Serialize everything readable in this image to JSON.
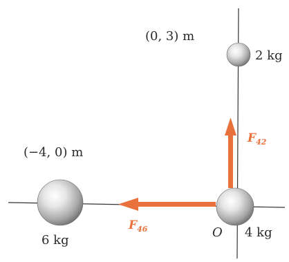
{
  "diagram": {
    "masses": [
      {
        "id": "top",
        "mass_label": "2 kg",
        "coord_label": "(0, 3) m"
      },
      {
        "id": "left",
        "mass_label": "6 kg",
        "coord_label": "(−4, 0) m"
      },
      {
        "id": "origin",
        "mass_label": "4 kg",
        "origin_label": "O"
      }
    ],
    "forces": [
      {
        "id": "F42",
        "symbol": "F",
        "subscript": "42"
      },
      {
        "id": "F46",
        "symbol": "F",
        "subscript": "46"
      }
    ],
    "colors": {
      "force": "#e8713c",
      "axis": "#333333",
      "sphere_light": "#f4f4f4",
      "sphere_dark": "#7a7a7a"
    }
  }
}
